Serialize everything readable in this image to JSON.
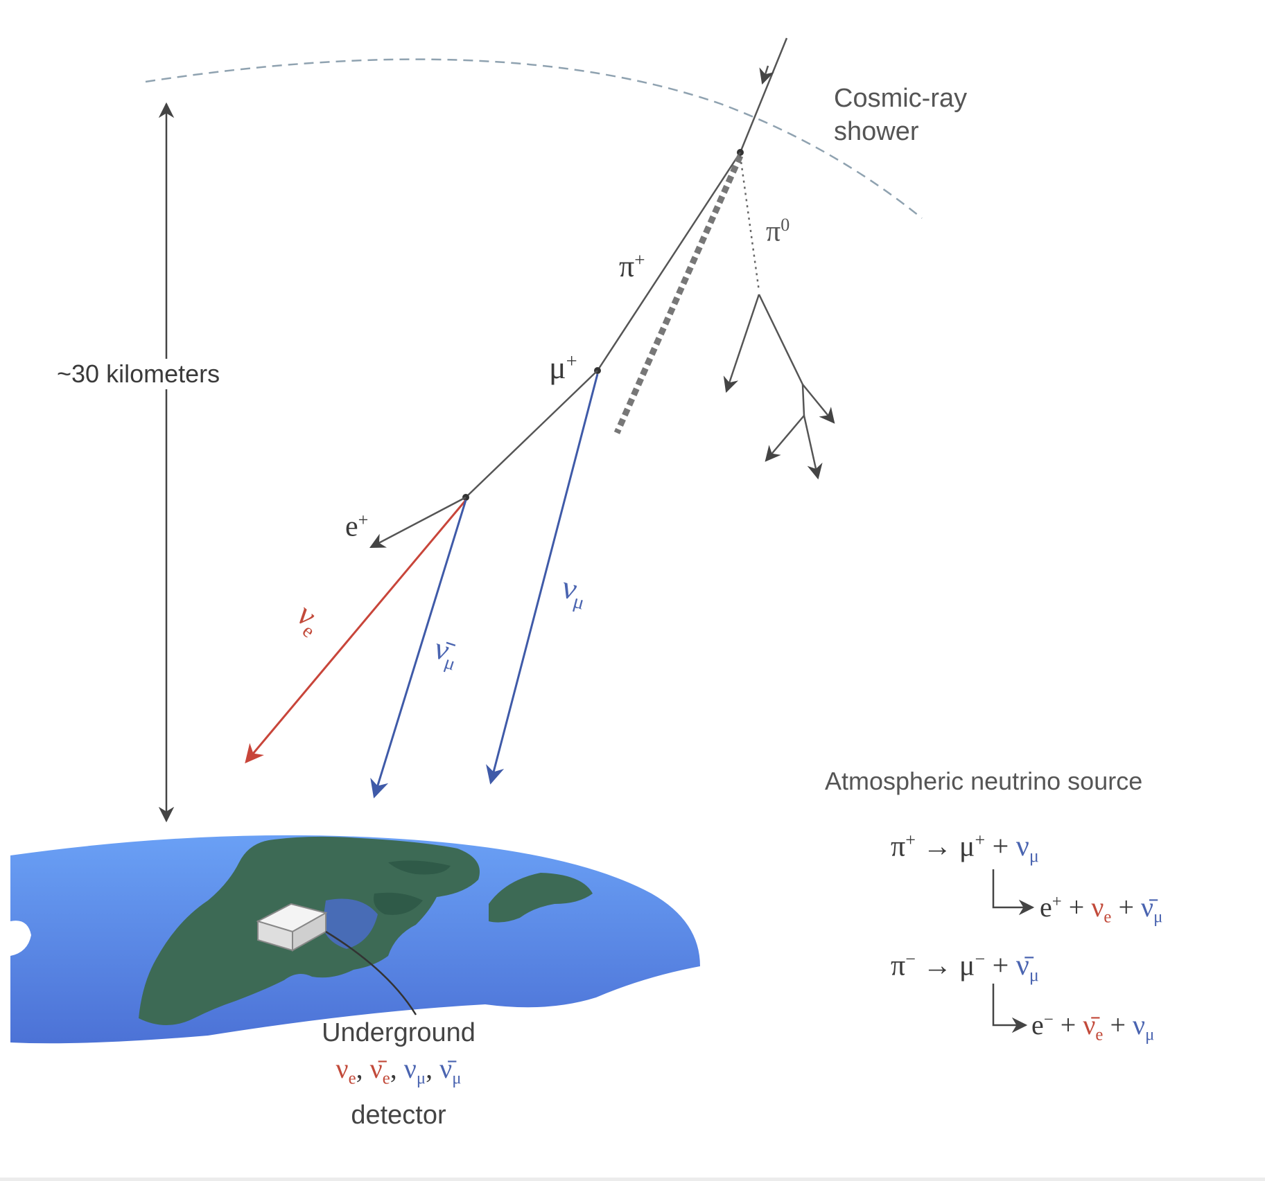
{
  "labels": {
    "shower": [
      "Cosmic-ray",
      "shower"
    ],
    "distance": "~30 kilometers",
    "pi_plus": "π",
    "pi_plus_sup": "+",
    "pi_zero": "π",
    "pi_zero_sup": "0",
    "mu_plus": "μ",
    "mu_plus_sup": "+",
    "e_plus": "e",
    "e_plus_sup": "+",
    "nu_e": "ν",
    "nu_e_sub": "e",
    "nubar_mu": "ν̄",
    "nubar_mu_sub": "μ",
    "nu_mu": "ν",
    "nu_mu_sub": "μ",
    "detector": "Underground",
    "detector_flavors": [
      {
        "sym": "ν",
        "sub": "e",
        "sep": ", "
      },
      {
        "sym": "ν̄",
        "sub": "e",
        "sep": ", "
      },
      {
        "sym": "ν",
        "sub": "μ",
        "sep": ", "
      },
      {
        "sym": "ν̄",
        "sub": "μ",
        "sep": ""
      }
    ],
    "detector_word": "detector"
  },
  "equations": {
    "title": "Atmospheric neutrino source",
    "eq1": {
      "lhs": "π",
      "lhs_sup": "+",
      "arrow": "→",
      "p1": "μ",
      "p1_sup": "+",
      "plus": "+",
      "p2": "ν",
      "p2_sub": "μ"
    },
    "eq1b": {
      "p1": "e",
      "p1_sup": "+",
      "plus1": "+",
      "p2": "ν",
      "p2_sub": "e",
      "plus2": "+",
      "p3": "ν̄",
      "p3_sub": "μ"
    },
    "eq2": {
      "lhs": "π",
      "lhs_sup": "−",
      "arrow": "→",
      "p1": "μ",
      "p1_sup": "−",
      "plus": "+",
      "p2": "ν̄",
      "p2_sub": "μ"
    },
    "eq2b": {
      "p1": "e",
      "p1_sup": "−",
      "plus1": "+",
      "p2": "ν̄",
      "p2_sub": "e",
      "plus2": "+",
      "p3": "ν",
      "p3_sub": "μ"
    }
  },
  "colors": {
    "nu_e": "#c8453a",
    "nu_mu": "#3f5aa8",
    "ocean": "#5f8fe8",
    "land": "#3d6a55",
    "line": "#555555"
  }
}
